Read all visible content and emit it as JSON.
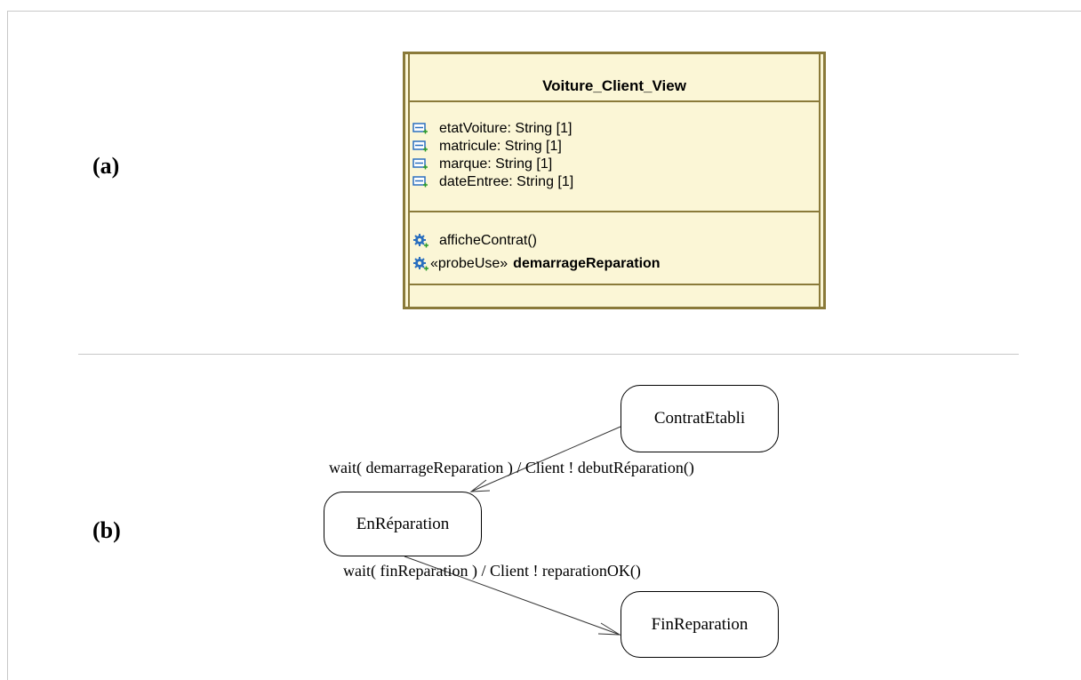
{
  "panels": {
    "a_label": "(a)",
    "b_label": "(b)"
  },
  "class_box": {
    "title": "Voiture_Client_View",
    "attributes": [
      "etatVoiture: String [1]",
      "matricule: String [1]",
      "marque: String [1]",
      "dateEntree: String [1]"
    ],
    "operations": [
      {
        "stereotype": "",
        "name": "afficheContrat()"
      },
      {
        "stereotype": "«probeUse»",
        "name": "demarrageReparation"
      }
    ]
  },
  "state_diagram": {
    "states": [
      "ContratEtabli",
      "EnRéparation",
      "FinReparation"
    ],
    "transitions": [
      "wait( demarrageReparation ) / Client ! debutRéparation()",
      "wait( finReparation ) / Client ! reparationOK()"
    ]
  },
  "colors": {
    "class_fill": "#fbf6d6",
    "class_border": "#8a7a3a",
    "icon_blue": "#2a6fbf",
    "icon_green": "#2a9a2a"
  }
}
